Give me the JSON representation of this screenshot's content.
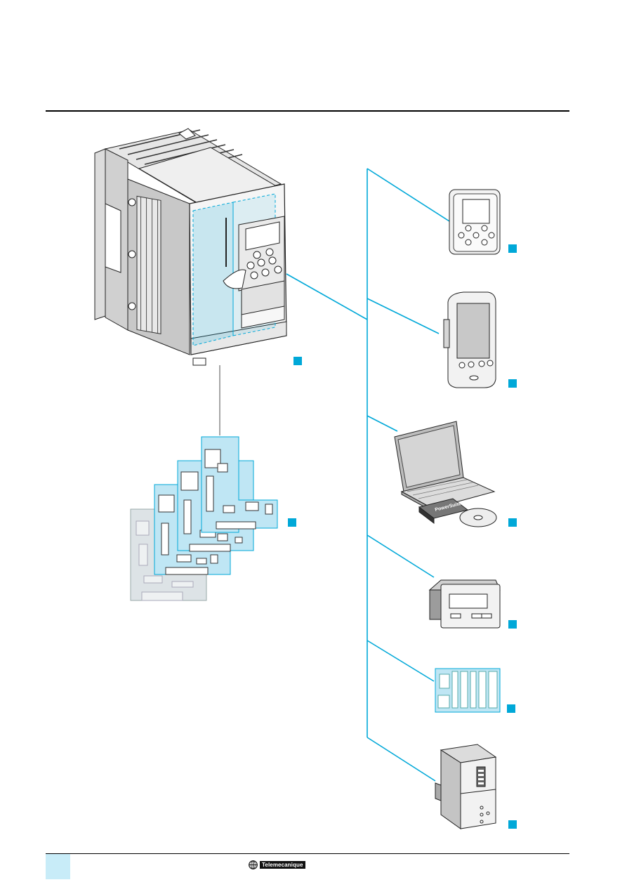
{
  "colors": {
    "accent": "#00a8d8",
    "tab": "#c8ecf8",
    "board": "#bfe6f4",
    "board_grey": "#dde3e6",
    "device_body": "#f2f2f2",
    "device_shade": "#d6d6d6",
    "device_dark": "#9c9c9c"
  },
  "footer": {
    "brand_label": "Telemecanique"
  },
  "devices": [
    {
      "name": "keypad-terminal",
      "icon": "keypad-icon"
    },
    {
      "name": "pocket-pc",
      "icon": "pda-icon"
    },
    {
      "name": "pc-with-software",
      "icon": "laptop-icon",
      "box_label": "PowerSuite"
    },
    {
      "name": "display-terminal",
      "icon": "terminal-icon"
    },
    {
      "name": "plc",
      "icon": "plc-icon"
    },
    {
      "name": "communication-module",
      "icon": "module-icon"
    }
  ]
}
